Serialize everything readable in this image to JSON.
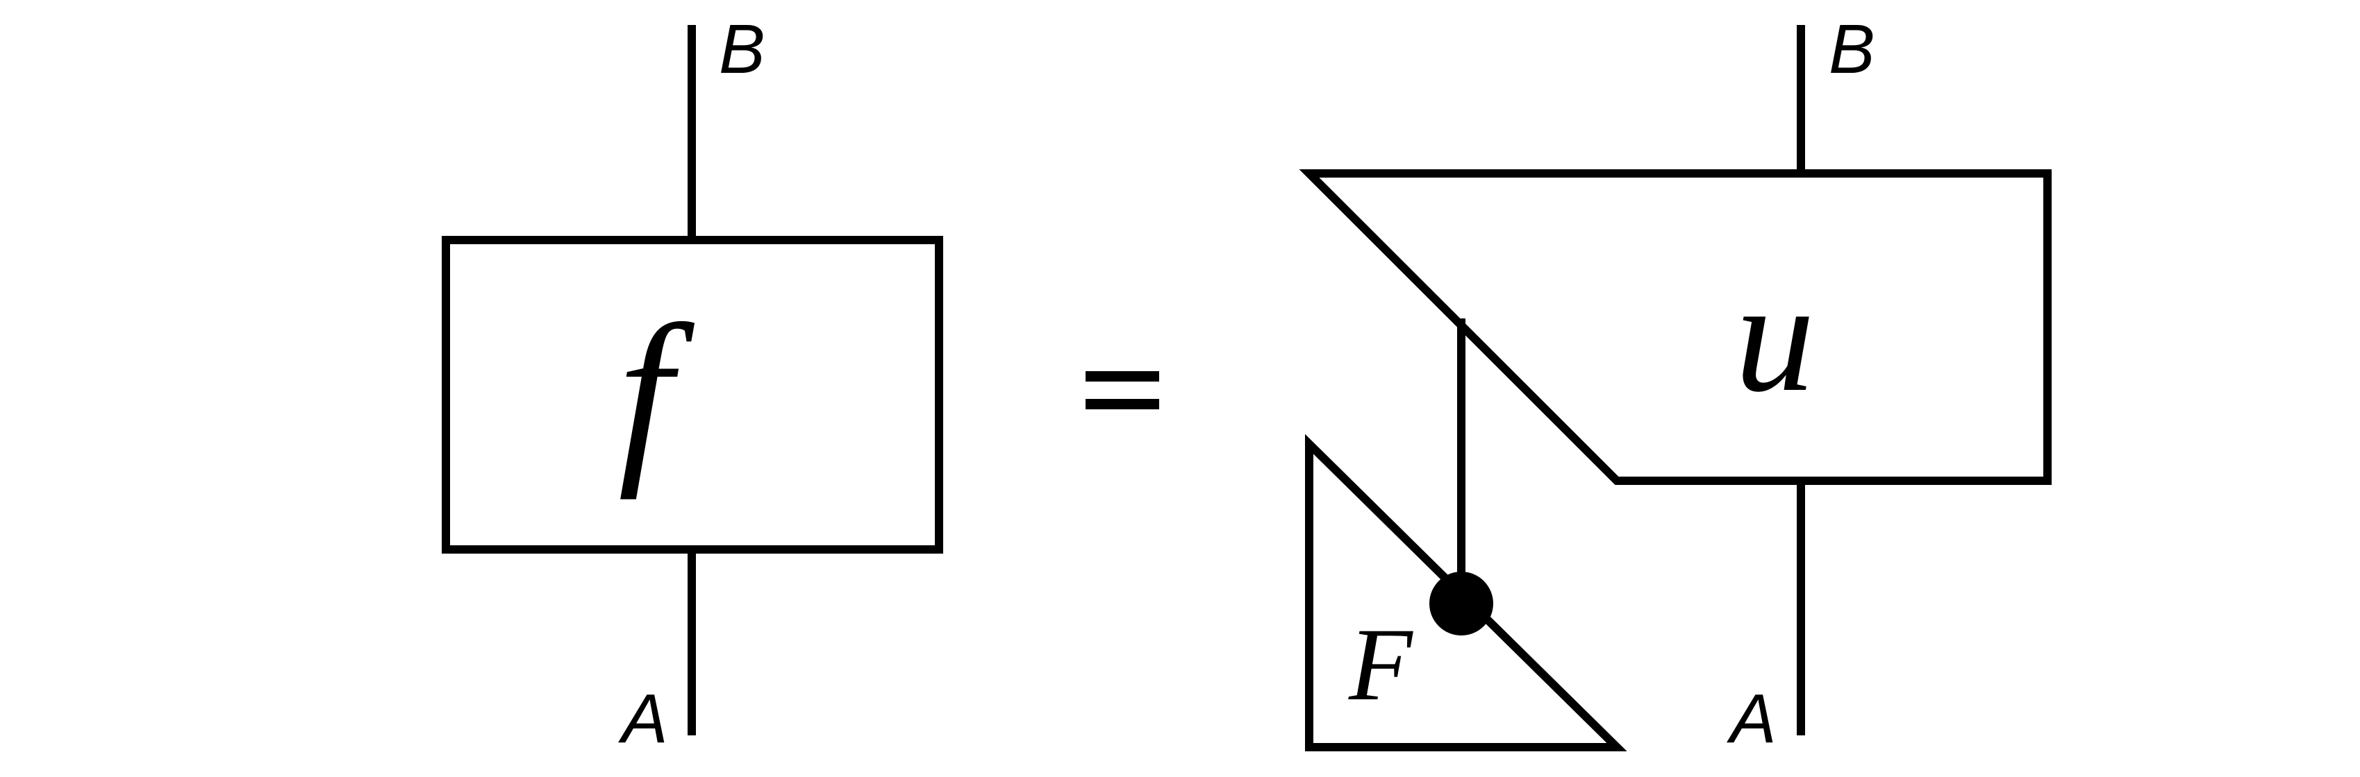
{
  "diagram": {
    "left": {
      "box_label": "f",
      "top_wire_label": "B",
      "bottom_wire_label": "A"
    },
    "equals": "=",
    "right": {
      "main_box_label": "u",
      "triangle_label": "F",
      "top_wire_label": "B",
      "bottom_wire_label": "A"
    }
  },
  "colors": {
    "stroke": "#000000",
    "background": "#ffffff"
  }
}
